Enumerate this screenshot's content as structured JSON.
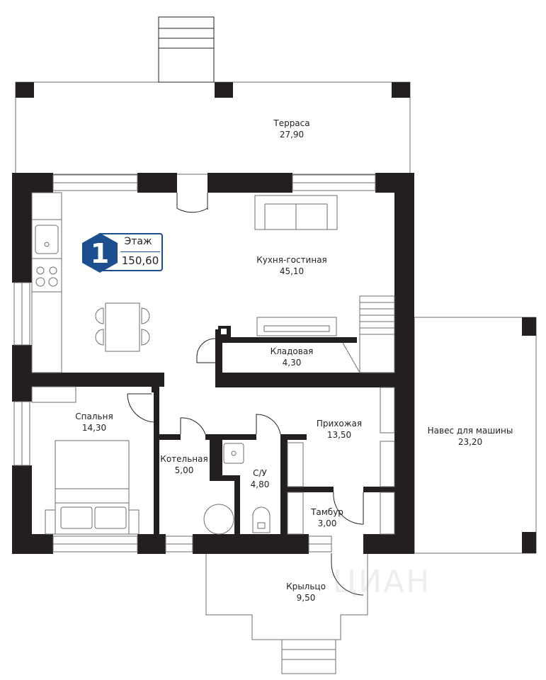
{
  "floor_badge": {
    "number": "1",
    "title": "Этаж",
    "area": "150,60",
    "color": "#1c4f8f"
  },
  "rooms": {
    "terrace": {
      "name": "Терраса",
      "area": "27,90"
    },
    "kitchen": {
      "name": "Кухня-гостиная",
      "area": "45,10"
    },
    "storage": {
      "name": "Кладовая",
      "area": "4,30"
    },
    "bedroom": {
      "name": "Спальня",
      "area": "14,30"
    },
    "boiler": {
      "name": "Котельная",
      "area": "5,00"
    },
    "bathroom": {
      "name": "С/У",
      "area": "4,80"
    },
    "hallway": {
      "name": "Прихожая",
      "area": "13,50"
    },
    "vestibule": {
      "name": "Тамбур",
      "area": "3,00"
    },
    "carport": {
      "name": "Навес для машины",
      "area": "23,20"
    },
    "porch": {
      "name": "Крыльцо",
      "area": "9,50"
    }
  },
  "watermark": "ЦИАН",
  "colors": {
    "wall": "#231f20",
    "line": "#6d6e71",
    "badge": "#1c4f8f"
  }
}
